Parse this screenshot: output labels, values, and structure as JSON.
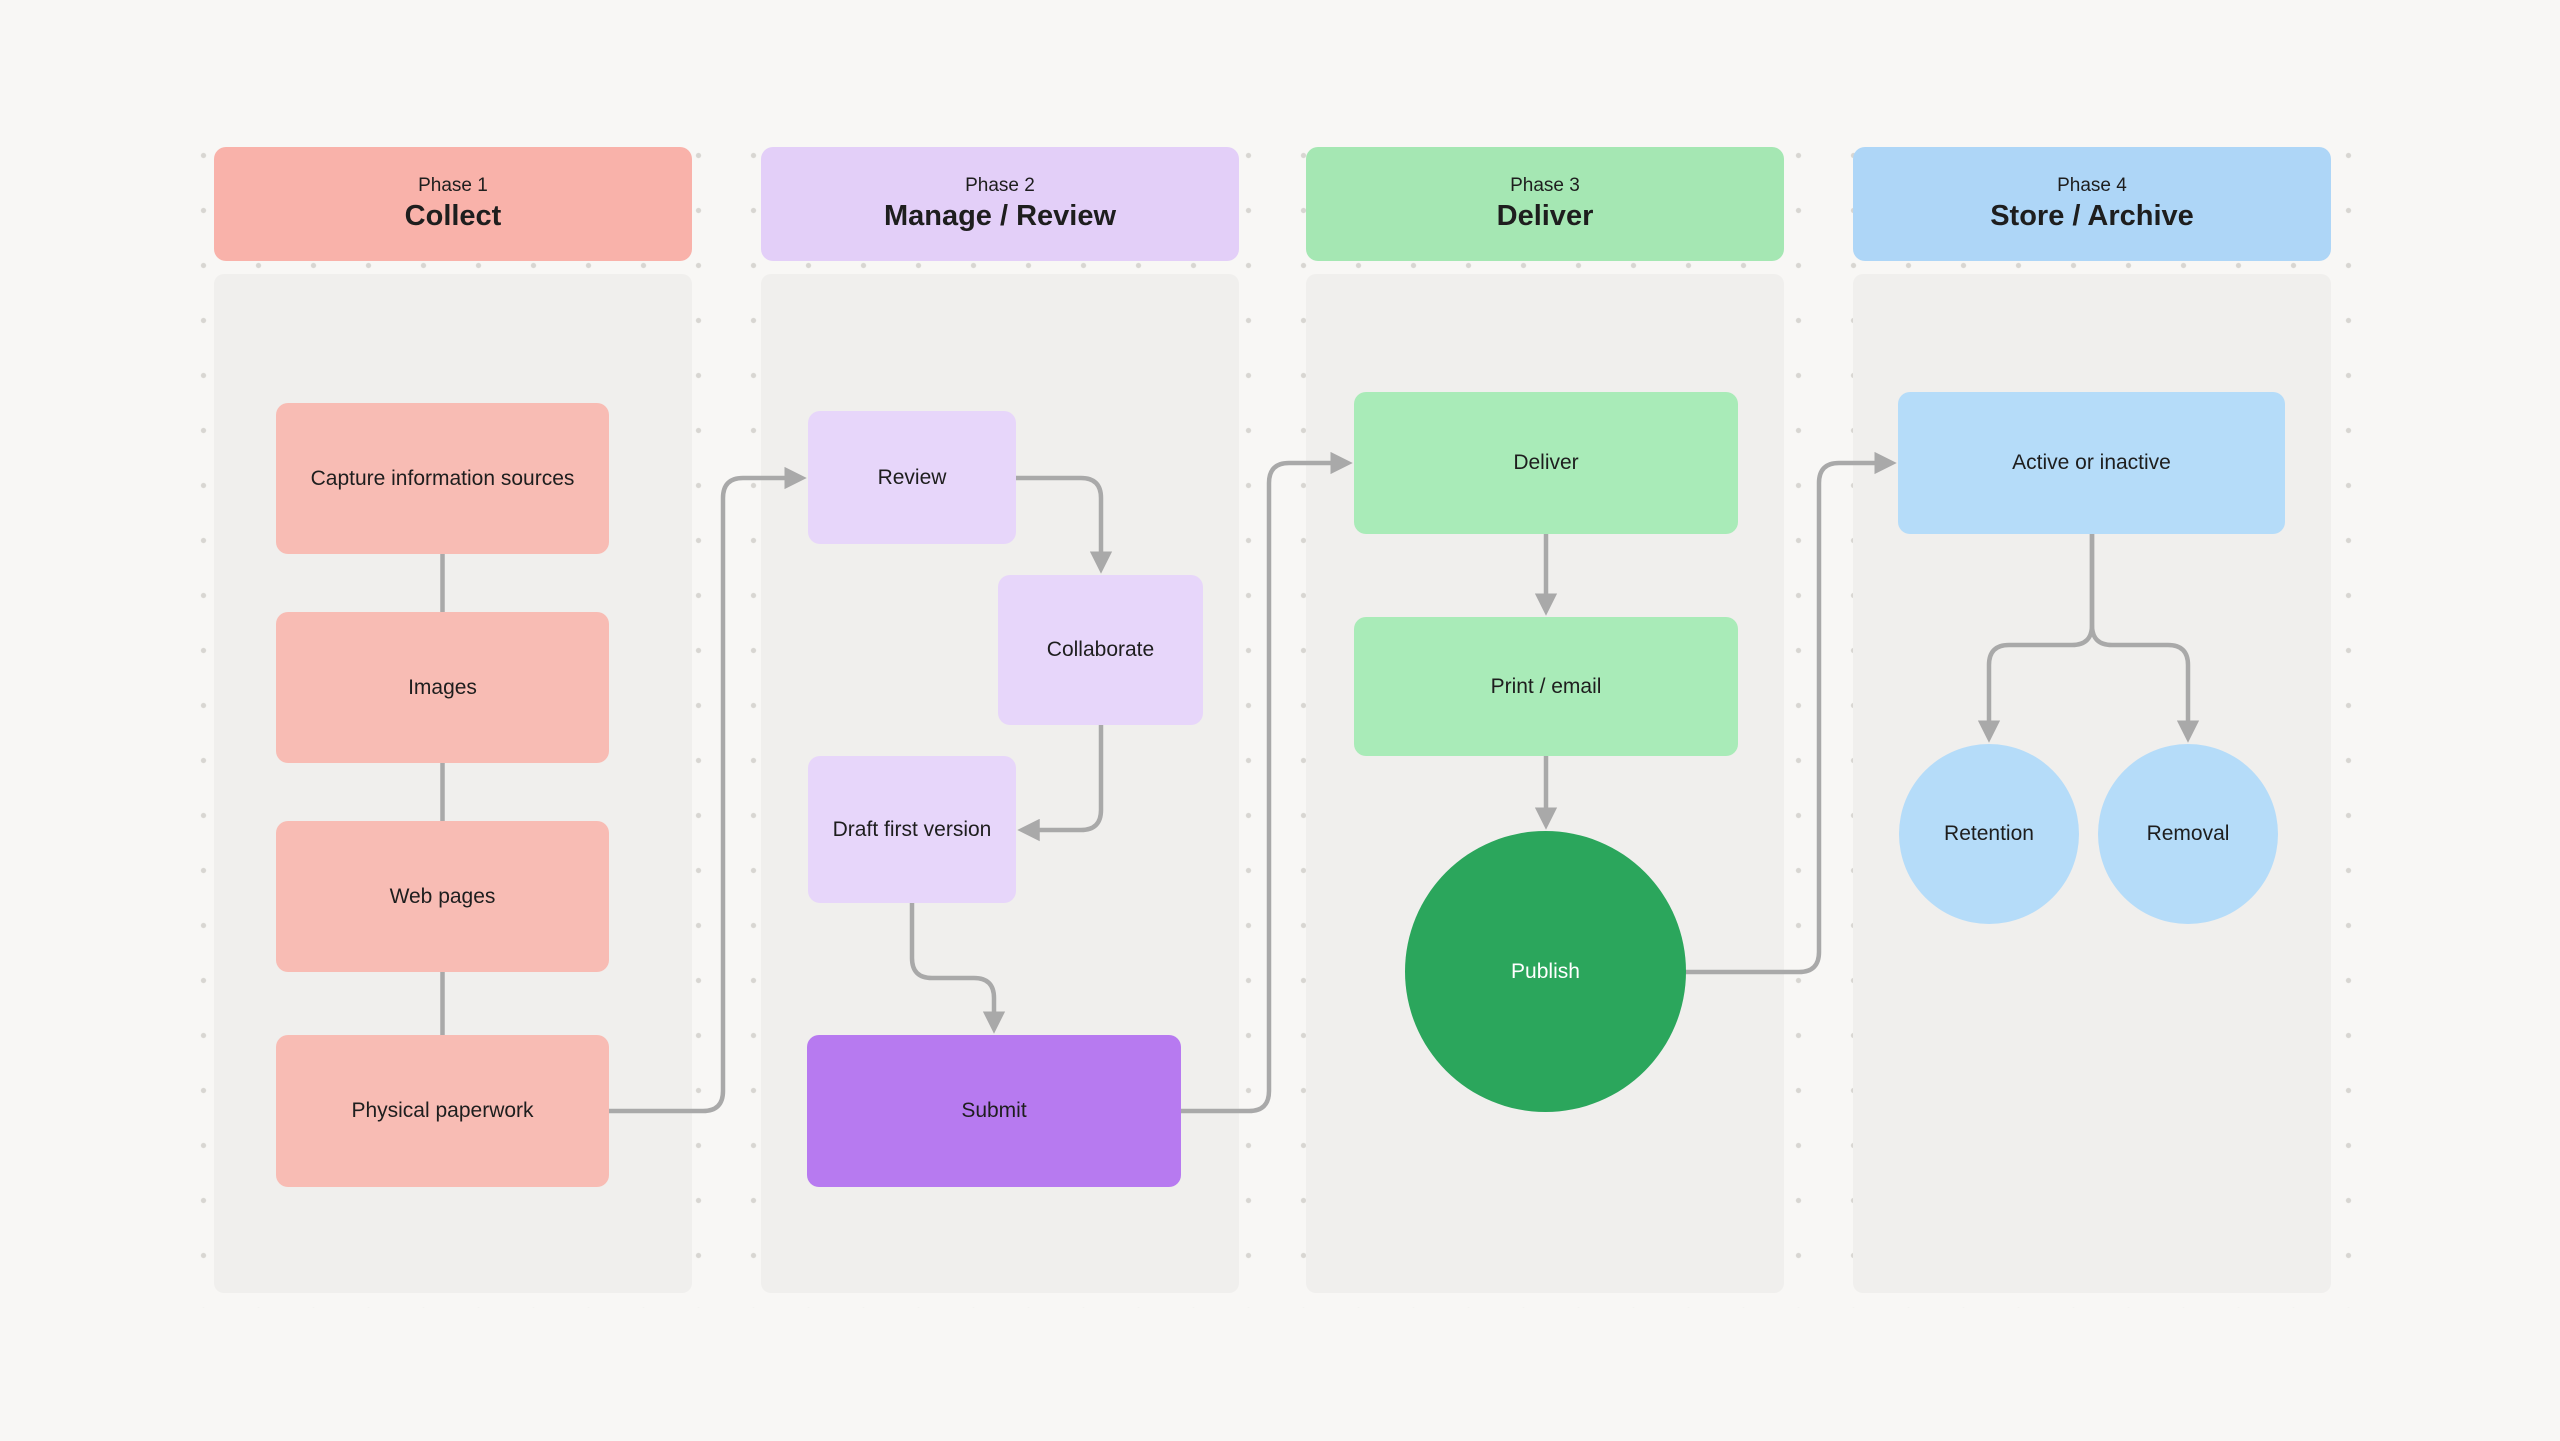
{
  "canvas": {
    "background": "#f8f7f5",
    "column_background": "#f0efed",
    "dot_color": "#d8d6d2",
    "arrow_color": "#a9a9a9",
    "text_color": "#1e1e1e"
  },
  "phases": [
    {
      "label": "Phase 1",
      "title": "Collect",
      "header_color": "#f9b2aa"
    },
    {
      "label": "Phase 2",
      "title": "Manage / Review",
      "header_color": "#e3cff8"
    },
    {
      "label": "Phase 3",
      "title": "Deliver",
      "header_color": "#a5e7b3"
    },
    {
      "label": "Phase 4",
      "title": "Store / Archive",
      "header_color": "#aed6f7"
    }
  ],
  "nodes": {
    "capture": {
      "label": "Capture information sources",
      "color": "#f8bcb4"
    },
    "images": {
      "label": "Images",
      "color": "#f8bcb4"
    },
    "web": {
      "label": "Web pages",
      "color": "#f8bcb4"
    },
    "paperwork": {
      "label": "Physical paperwork",
      "color": "#f8bcb4"
    },
    "review": {
      "label": "Review",
      "color": "#e7d6fa"
    },
    "collaborate": {
      "label": "Collaborate",
      "color": "#e7d6fa"
    },
    "draft": {
      "label": "Draft first version",
      "color": "#e7d6fa"
    },
    "submit": {
      "label": "Submit",
      "color": "#b77af0"
    },
    "deliver": {
      "label": "Deliver",
      "color": "#a9ebb8"
    },
    "print": {
      "label": "Print / email",
      "color": "#a9ebb8"
    },
    "publish": {
      "label": "Publish",
      "color": "#2ba65c"
    },
    "active": {
      "label": "Active or inactive",
      "color": "#b5dcf9"
    },
    "retention": {
      "label": "Retention",
      "color": "#b5dcf9"
    },
    "removal": {
      "label": "Removal",
      "color": "#b5dcf9"
    }
  }
}
